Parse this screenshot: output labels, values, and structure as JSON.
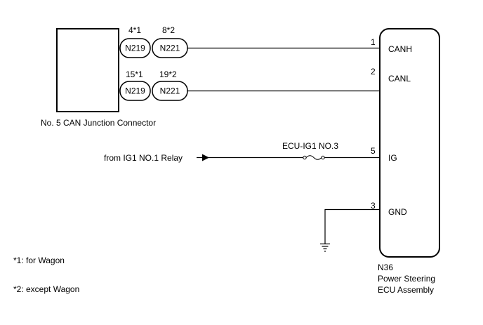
{
  "junction": {
    "name": "No. 5 CAN Junction Connector",
    "canh_row": {
      "pins": [
        "4*1",
        "8*2"
      ],
      "connectors": [
        "N219",
        "N221"
      ]
    },
    "canl_row": {
      "pins": [
        "15*1",
        "19*2"
      ],
      "connectors": [
        "N219",
        "N221"
      ]
    }
  },
  "ecu": {
    "id": "N36",
    "name_line1": "Power Steering",
    "name_line2": "ECU Assembly",
    "terminals": [
      {
        "pin": "1",
        "label": "CANH"
      },
      {
        "pin": "2",
        "label": "CANL"
      },
      {
        "pin": "5",
        "label": "IG"
      },
      {
        "pin": "3",
        "label": "GND"
      }
    ]
  },
  "power": {
    "source": "from IG1 NO.1 Relay",
    "fuse": "ECU-IG1 NO.3"
  },
  "notes": [
    "*1: for Wagon",
    "*2: except Wagon"
  ]
}
